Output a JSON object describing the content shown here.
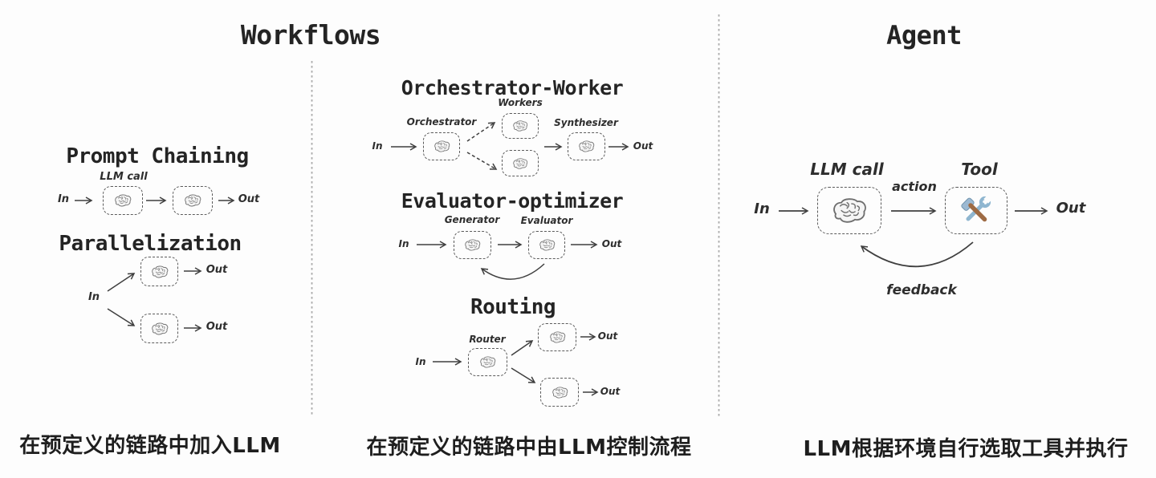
{
  "headers": {
    "workflows": "Workflows",
    "agent": "Agent"
  },
  "shared": {
    "in": "In",
    "out": "Out"
  },
  "workflows": {
    "prompt_chaining": {
      "title": "Prompt Chaining",
      "llm_call": "LLM call"
    },
    "parallelization": {
      "title": "Parallelization"
    },
    "orchestrator_worker": {
      "title": "Orchestrator-Worker",
      "orchestrator": "Orchestrator",
      "workers": "Workers",
      "synthesizer": "Synthesizer"
    },
    "evaluator_optimizer": {
      "title": "Evaluator-optimizer",
      "generator": "Generator",
      "evaluator": "Evaluator"
    },
    "routing": {
      "title": "Routing",
      "router": "Router"
    }
  },
  "agent": {
    "llm_call": "LLM call",
    "action": "action",
    "tool": "Tool",
    "feedback": "feedback"
  },
  "captions": {
    "workflows_left": "在预定义的链路中加入LLM",
    "workflows_middle": "在预定义的链路中由LLM控制流程",
    "agent": "LLM根据环境自行选取工具并执行"
  },
  "icons": {
    "brain": "brain-icon",
    "tool": "hammer-and-wrench-icon"
  },
  "colors": {
    "ink": "#3f3f3f",
    "divider": "#ababab",
    "wrench_blue": "#8fb6d0",
    "hammer_brown": "#9e6b44"
  }
}
